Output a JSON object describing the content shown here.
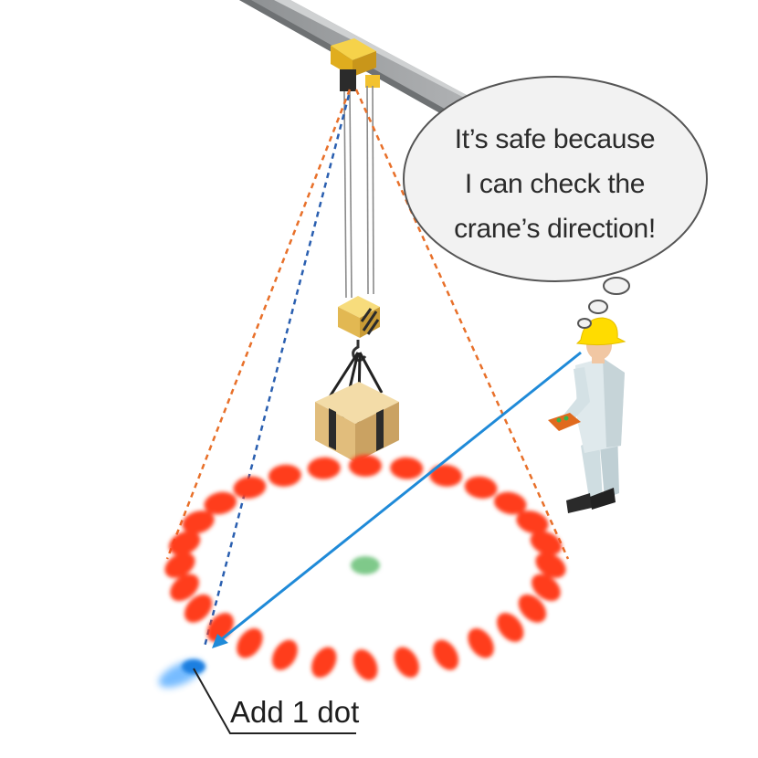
{
  "speech_bubble": {
    "lines": [
      "It’s safe because",
      "I can check the",
      "crane’s direction!"
    ]
  },
  "callout": {
    "label": "Add 1 dot"
  },
  "colors": {
    "rail": "#a6a8aa",
    "trolley": "#f2c230",
    "hook": "#ecc259",
    "box": "#e8c78e",
    "red_dot": "#ff3c1a",
    "center_dot": "#7fc98a",
    "direction_dot": "#1b7fe0",
    "orange_line": "#e8702a",
    "blue_line": "#2a5fb0",
    "pointer_line": "#1f8ad8",
    "helmet": "#ffdc00",
    "uniform": "#d6e2e6"
  },
  "icons": [
    "overhead-rail",
    "crane-trolley",
    "hook-block",
    "cargo-box",
    "worker",
    "remote-control",
    "thought-bubble"
  ]
}
